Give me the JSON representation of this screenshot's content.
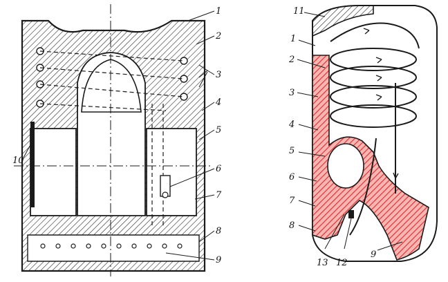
{
  "left_labels": [
    "1",
    "2",
    "3",
    "4",
    "5",
    "6",
    "7",
    "8",
    "9",
    "10"
  ],
  "right_labels": [
    "11",
    "1",
    "2",
    "3",
    "4",
    "5",
    "6",
    "7",
    "8",
    "13",
    "12",
    "9"
  ],
  "colors": {
    "line": "#1a1a1a",
    "hatch": "#2a2a2a",
    "red_section": "#e8272c",
    "background": "#ffffff"
  }
}
